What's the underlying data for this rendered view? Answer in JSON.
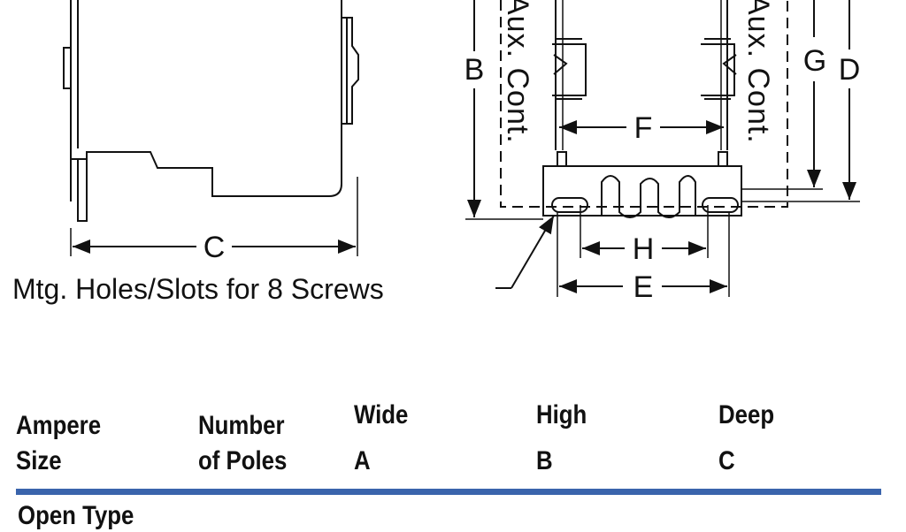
{
  "drawing": {
    "labels": {
      "a_side": "C",
      "b": "B",
      "g": "G",
      "d": "D",
      "f": "F",
      "h": "H",
      "e": "E",
      "aux_left": "Aux. Cont.",
      "aux_right": "Aux. Cont."
    },
    "note": "Mtg. Holes/Slots for 8 Screws"
  },
  "table": {
    "headers": [
      {
        "line1": "Ampere",
        "line2": "Size"
      },
      {
        "line1": "Number",
        "line2": "of Poles"
      },
      {
        "line1": "Wide",
        "line2": "A"
      },
      {
        "line1": "High",
        "line2": "B"
      },
      {
        "line1": "Deep",
        "line2": "C"
      }
    ],
    "first_row_partial": "Open Type"
  },
  "colors": {
    "rule": "#3a64ac",
    "ink": "#111111"
  }
}
